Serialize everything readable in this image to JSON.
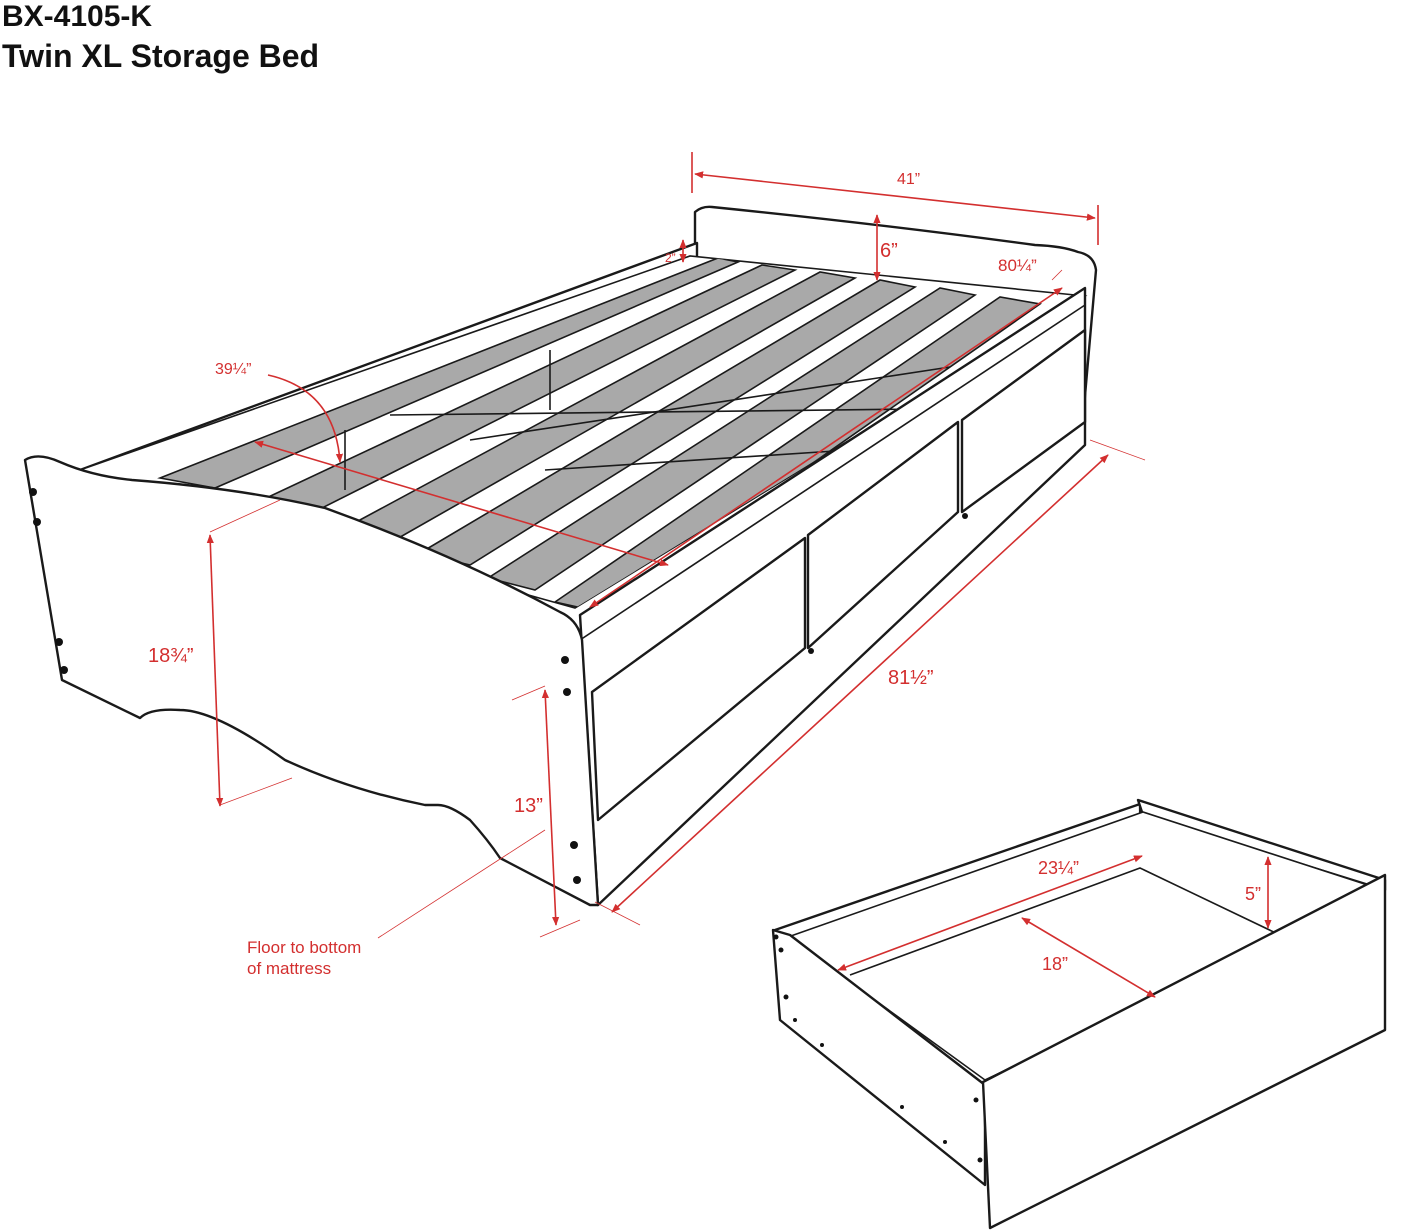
{
  "header": {
    "model_number": "BX-4105-K",
    "product_name": "Twin XL Storage Bed"
  },
  "dimensions": {
    "headboard_width": "41”",
    "headboard_height": "6”",
    "side_rail_height": "2”",
    "slat_length": "39¼”",
    "mattress_length": "80¼”",
    "footboard_height": "18¾”",
    "overall_length": "81½”",
    "floor_to_mattress_height": "13”",
    "drawer_length": "23¼”",
    "drawer_width": "18”",
    "drawer_height": "5”"
  },
  "notes": {
    "floor_to_mattress_line1": "Floor to bottom",
    "floor_to_mattress_line2": "of mattress"
  },
  "colors": {
    "dimension_red": "#d32f2f",
    "outline": "#1a1a1a",
    "slat_gray": "#a9a9a9"
  }
}
